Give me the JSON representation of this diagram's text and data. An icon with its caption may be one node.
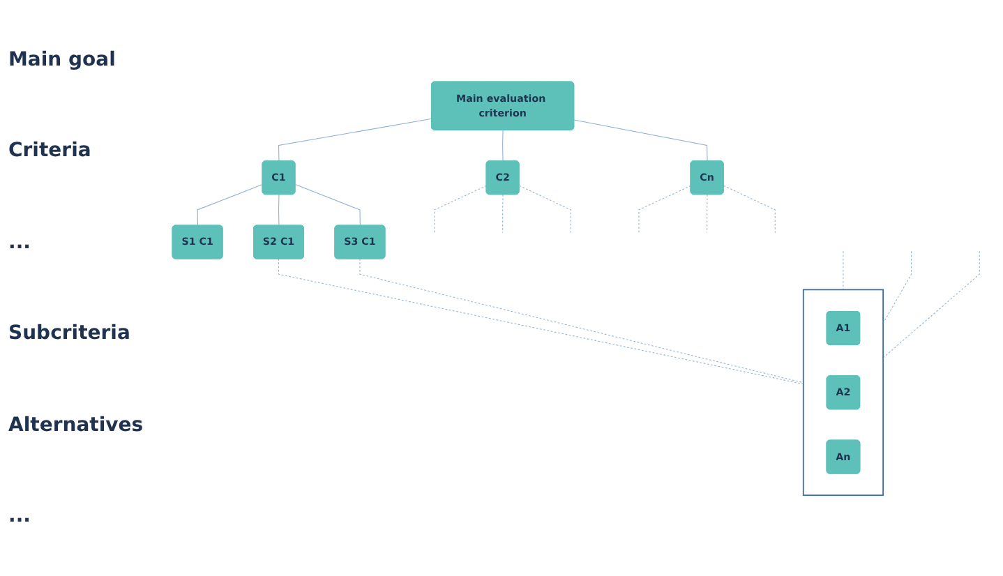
{
  "diagram": {
    "nodes": [
      {
        "text": [
          "Main evaluation criterion"
        ]
      },
      {
        "text": [
          "C1"
        ]
      },
      {
        "text": [
          "C2"
        ]
      },
      {
        "text": [
          "Cn"
        ]
      },
      {
        "text": [
          "S1 C1"
        ]
      },
      {
        "text": [
          "S2 C1"
        ]
      },
      {
        "text": [
          "S3 C1"
        ]
      },
      {
        "text": [],
        "shape": "box"
      },
      {
        "text": [
          "A1"
        ],
        "in": 7
      },
      {
        "text": [
          "A2"
        ],
        "in": 7
      },
      {
        "text": [
          "An"
        ],
        "in": 7
      }
    ],
    "edges": [
      {
        "from": 0,
        "to": 1,
        "arrow": "none"
      },
      {
        "from": 0,
        "to": 2,
        "arrow": "none"
      },
      {
        "from": 0,
        "to": 3,
        "arrow": "none"
      },
      {
        "from": 1,
        "to": 4,
        "arrow": "none"
      },
      {
        "from": 1,
        "to": 5,
        "arrow": "none"
      },
      {
        "from": 1,
        "to": 6,
        "arrow": "none"
      },
      {
        "from": 2,
        "to": null,
        "arrow": "none",
        "style": "dashed"
      },
      {
        "from": 2,
        "to": null,
        "arrow": "none",
        "style": "dashed"
      },
      {
        "from": 2,
        "to": null,
        "arrow": "none",
        "style": "dashed"
      },
      {
        "from": 3,
        "to": null,
        "arrow": "none",
        "style": "dashed"
      },
      {
        "from": 3,
        "to": null,
        "arrow": "none",
        "style": "dashed"
      },
      {
        "from": 3,
        "to": null,
        "arrow": "none",
        "style": "dashed"
      },
      {
        "from": 5,
        "to": 7,
        "arrow": "none",
        "style": "dashed"
      },
      {
        "from": 6,
        "to": 7,
        "arrow": "none",
        "style": "dashed"
      },
      {
        "from": null,
        "to": 7,
        "arrow": "none",
        "style": "dashed"
      },
      {
        "from": null,
        "to": 7,
        "arrow": "none",
        "style": "dashed"
      },
      {
        "from": null,
        "to": 7,
        "arrow": "none",
        "style": "dashed"
      }
    ],
    "labels": [
      "Main goal",
      "Criteria",
      "...",
      "Subcriteria",
      "Alternatives",
      "..."
    ]
  }
}
